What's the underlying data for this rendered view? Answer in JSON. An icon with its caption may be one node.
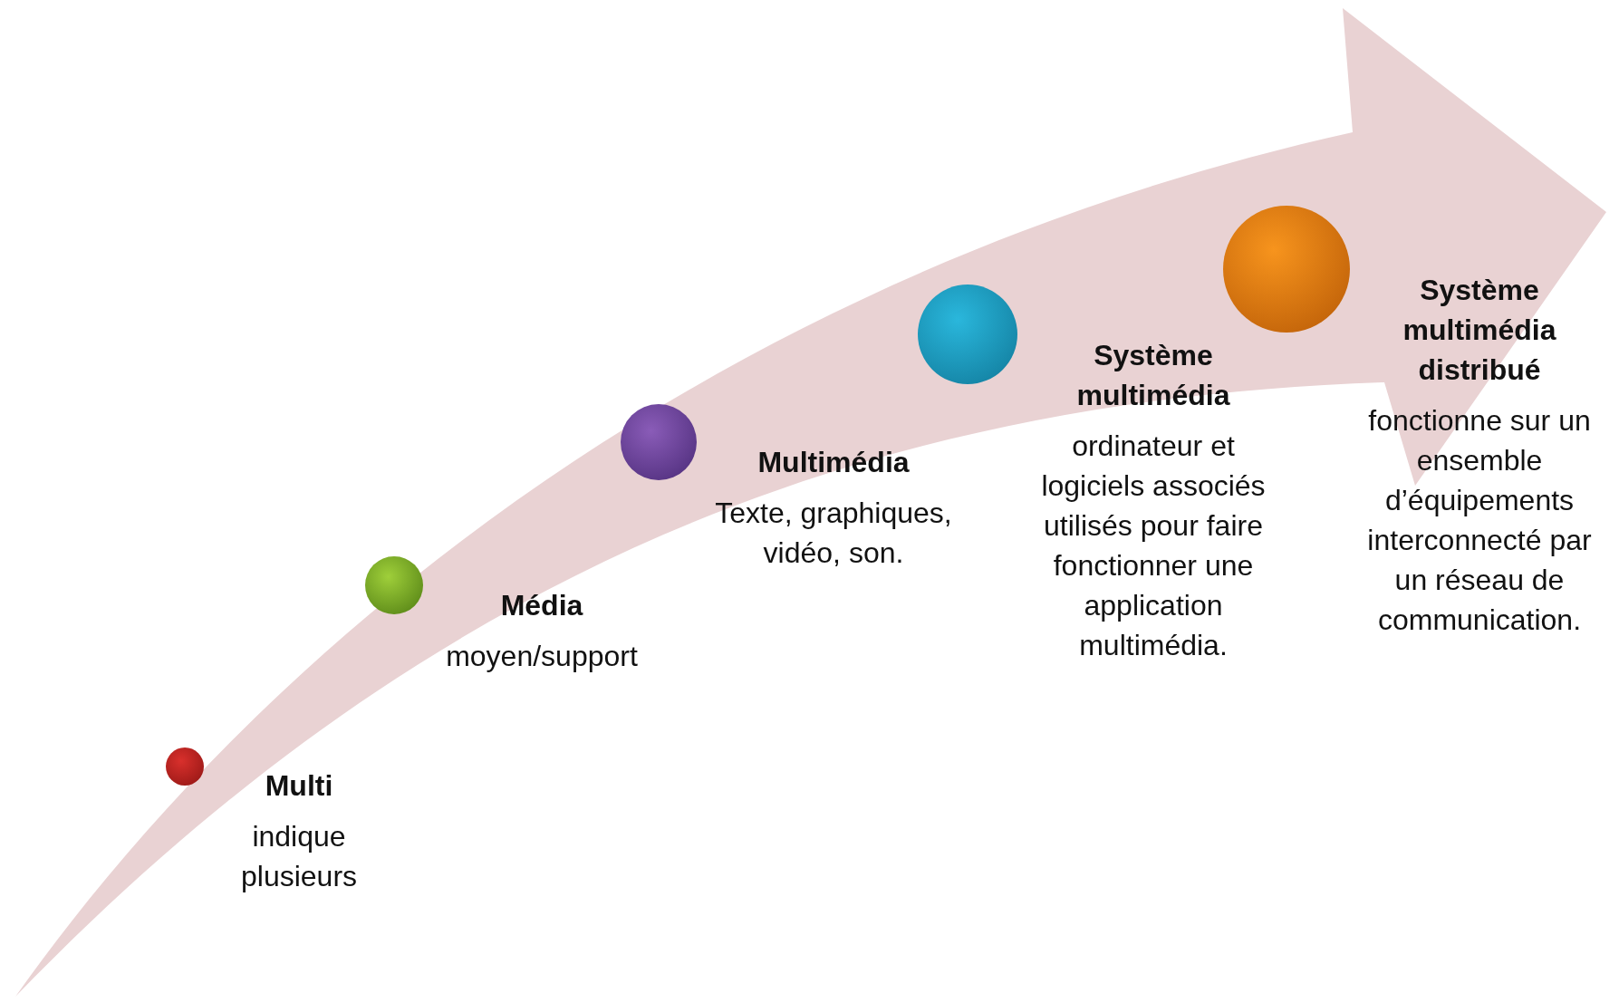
{
  "diagram": {
    "nodes": [
      {
        "text": [
          "Multi",
          "indique plusieurs"
        ]
      },
      {
        "text": [
          "Média",
          "moyen/support"
        ]
      },
      {
        "text": [
          "Multimédia",
          "Texte, graphiques, vidéo, son."
        ]
      },
      {
        "text": [
          "Système multimédia",
          "ordinateur et logiciels associés utilisés pour faire fonctionner une application multimédia."
        ]
      },
      {
        "text": [
          "Système multimédia distribué",
          "fonctionne sur un ensemble d’équipements interconnecté par un réseau de communication."
        ]
      }
    ],
    "edges": []
  }
}
